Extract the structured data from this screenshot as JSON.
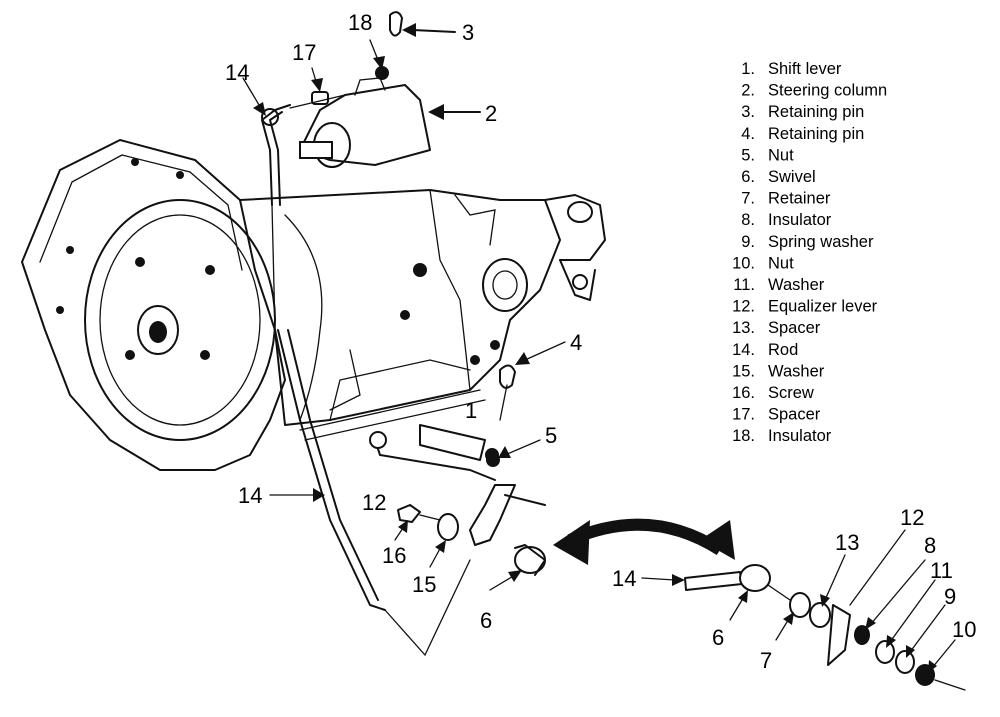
{
  "legend": [
    {
      "num": "1.",
      "name": "Shift lever"
    },
    {
      "num": "2.",
      "name": "Steering column"
    },
    {
      "num": "3.",
      "name": "Retaining pin"
    },
    {
      "num": "4.",
      "name": "Retaining pin"
    },
    {
      "num": "5.",
      "name": "Nut"
    },
    {
      "num": "6.",
      "name": "Swivel"
    },
    {
      "num": "7.",
      "name": "Retainer"
    },
    {
      "num": "8.",
      "name": "Insulator"
    },
    {
      "num": "9.",
      "name": "Spring washer"
    },
    {
      "num": "10.",
      "name": "Nut"
    },
    {
      "num": "11.",
      "name": "Washer"
    },
    {
      "num": "12.",
      "name": "Equalizer lever"
    },
    {
      "num": "13.",
      "name": "Spacer"
    },
    {
      "num": "14.",
      "name": "Rod"
    },
    {
      "num": "15.",
      "name": "Washer"
    },
    {
      "num": "16.",
      "name": "Screw"
    },
    {
      "num": "17.",
      "name": "Spacer"
    },
    {
      "num": "18.",
      "name": "Insulator"
    }
  ],
  "callouts": {
    "c18": "18",
    "c3": "3",
    "c17": "17",
    "c14_top": "14",
    "c2": "2",
    "c4": "4",
    "c1": "1",
    "c5": "5",
    "c14_left": "14",
    "c12_main": "12",
    "c16": "16",
    "c15": "15",
    "c6_main": "6",
    "d14": "14",
    "d6": "6",
    "d7": "7",
    "d13": "13",
    "d12": "12",
    "d8": "8",
    "d11": "11",
    "d9": "9",
    "d10": "10"
  }
}
